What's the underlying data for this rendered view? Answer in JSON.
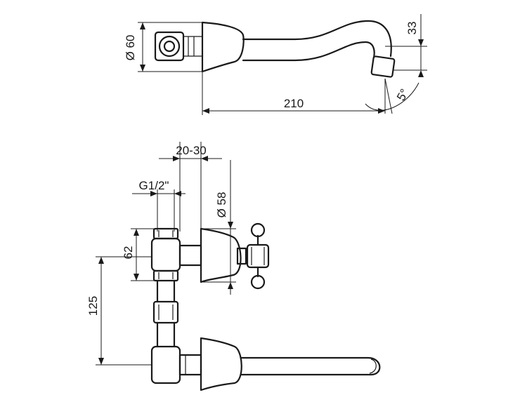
{
  "dimensions": {
    "diameter_60": "Ø 60",
    "height_33": "33",
    "length_210": "210",
    "angle_5": "5°",
    "offset_20_30": "20-30",
    "thread_g12": "G1/2\"",
    "diameter_58": "Ø 58",
    "height_62": "62",
    "height_125": "125"
  }
}
